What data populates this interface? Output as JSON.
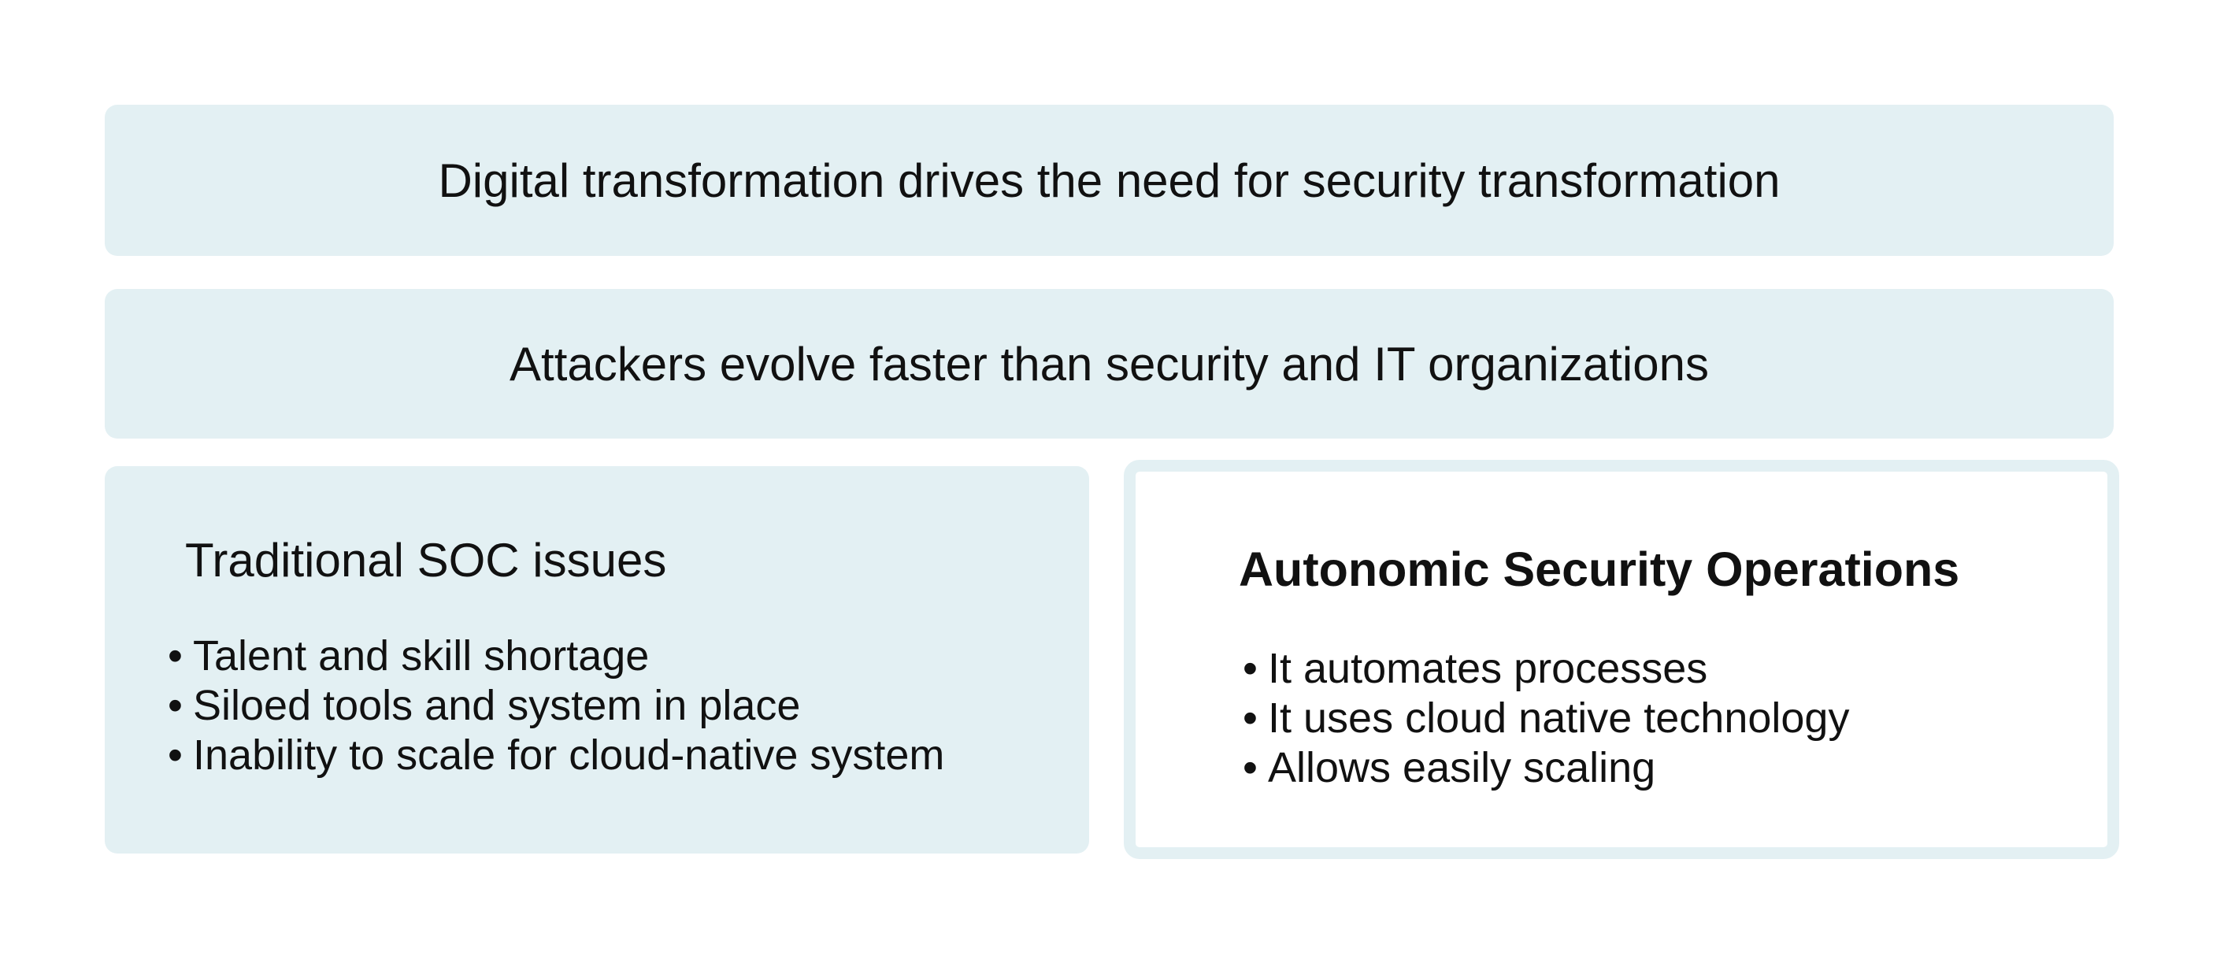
{
  "banners": [
    "Digital transformation drives the need for security transformation",
    "Attackers evolve faster than security and IT organizations"
  ],
  "left_panel": {
    "title": "Traditional SOC issues",
    "items": [
      "Talent and skill shortage",
      "Siloed tools and system in place",
      "Inability to scale for cloud-native system"
    ]
  },
  "right_panel": {
    "title": "Autonomic Security Operations",
    "items": [
      "It automates processes",
      "It uses cloud native technology",
      "Allows easily scaling"
    ]
  },
  "colors": {
    "panel_bg": "#e3f0f3"
  }
}
